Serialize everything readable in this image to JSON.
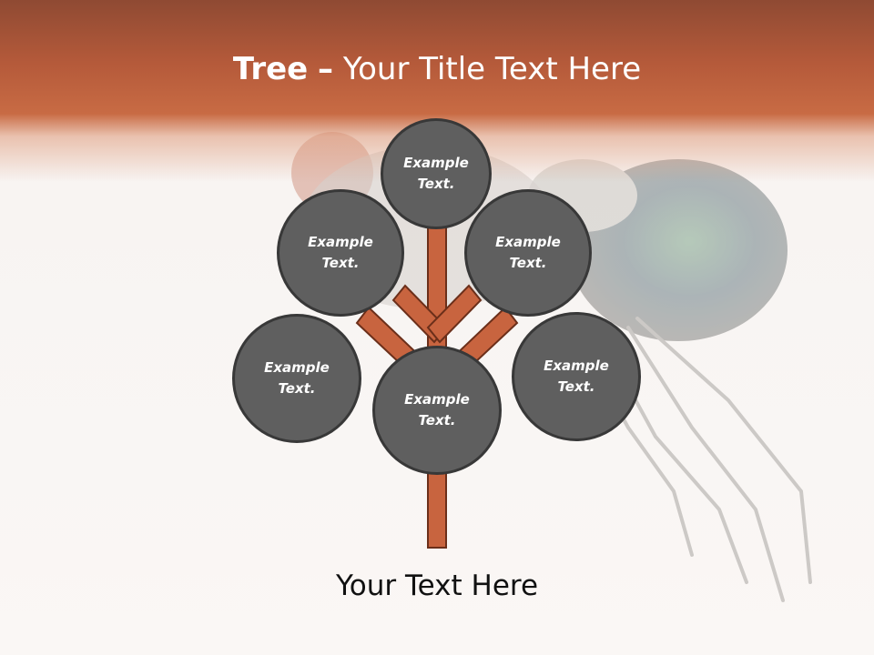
{
  "slide": {
    "title_bold": "Tree",
    "title_dash": "–",
    "title_rest": "Your Title Text Here",
    "footer": "Your Text Here"
  },
  "nodes": [
    {
      "id": "top",
      "line1": "Example",
      "line2": "Text."
    },
    {
      "id": "upper-left",
      "line1": "Example",
      "line2": "Text."
    },
    {
      "id": "upper-right",
      "line1": "Example",
      "line2": "Text."
    },
    {
      "id": "lower-left",
      "line1": "Example",
      "line2": "Text."
    },
    {
      "id": "center",
      "line1": "Example",
      "line2": "Text."
    },
    {
      "id": "lower-right",
      "line1": "Example",
      "line2": "Text."
    }
  ],
  "colors": {
    "header": "#b55a3a",
    "node_fill": "#5f5f5f",
    "node_border": "#383838",
    "branch": "#c8643f",
    "branch_outline": "#6b2f1a"
  }
}
